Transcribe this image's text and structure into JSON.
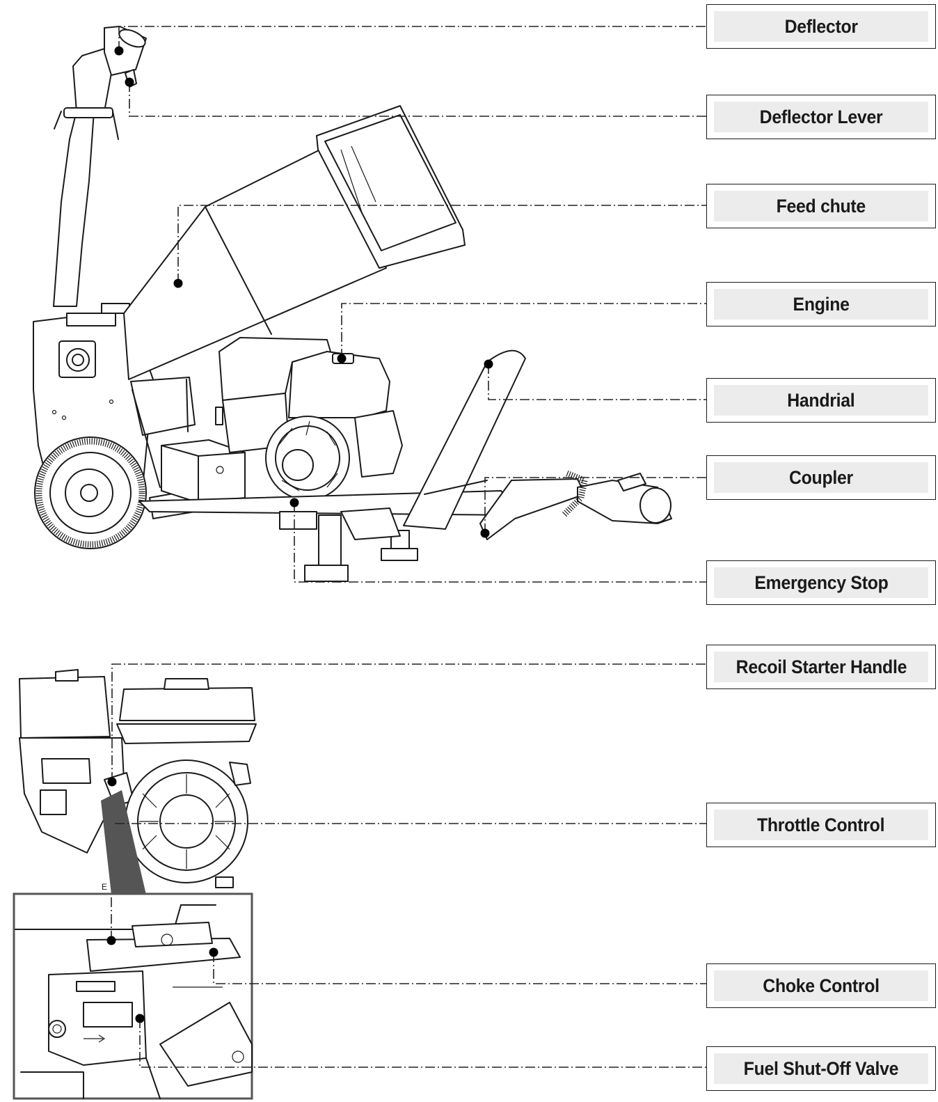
{
  "labels": [
    {
      "id": "deflector",
      "text": "Deflector"
    },
    {
      "id": "deflector-lever",
      "text": "Deflector Lever"
    },
    {
      "id": "feed-chute",
      "text": "Feed chute"
    },
    {
      "id": "engine",
      "text": "Engine"
    },
    {
      "id": "handrial",
      "text": "Handrial"
    },
    {
      "id": "coupler",
      "text": "Coupler"
    },
    {
      "id": "emergency-stop",
      "text": "Emergency Stop"
    },
    {
      "id": "recoil-starter-handle",
      "text": "Recoil Starter Handle"
    },
    {
      "id": "throttle-control",
      "text": "Throttle Control"
    },
    {
      "id": "choke-control",
      "text": "Choke Control"
    },
    {
      "id": "fuel-shut-off-valve",
      "text": "Fuel Shut-Off Valve"
    }
  ],
  "engine_marks": {
    "letter_e": "E"
  }
}
